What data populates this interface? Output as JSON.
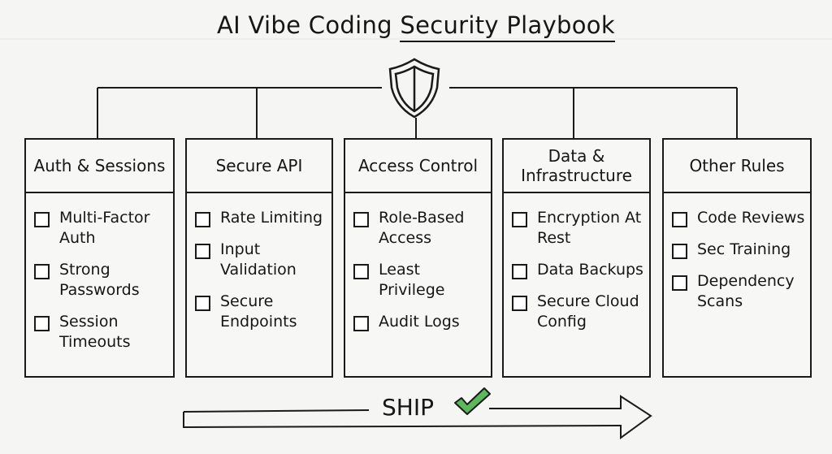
{
  "title": {
    "part1": "AI Vibe Coding ",
    "part2": "Security Playbook"
  },
  "center_icon": "shield-icon",
  "columns": [
    {
      "header": "Auth & Sessions",
      "items": [
        "Multi-Factor Auth",
        "Strong Passwords",
        "Session Timeouts"
      ]
    },
    {
      "header": "Secure API",
      "items": [
        "Rate Limiting",
        "Input Validation",
        "Secure Endpoints"
      ]
    },
    {
      "header": "Access Control",
      "items": [
        "Role-Based Access",
        "Least Privilege",
        "Audit Logs"
      ]
    },
    {
      "header": "Data & Infrastructure",
      "items": [
        "Encryption At Rest",
        "Data Backups",
        "Secure Cloud Config"
      ]
    },
    {
      "header": "Other Rules",
      "items": [
        "Code Reviews",
        "Sec Training",
        "Dependency Scans"
      ]
    }
  ],
  "footer": {
    "label": "SHIP",
    "check_color": "#5cb85c"
  }
}
